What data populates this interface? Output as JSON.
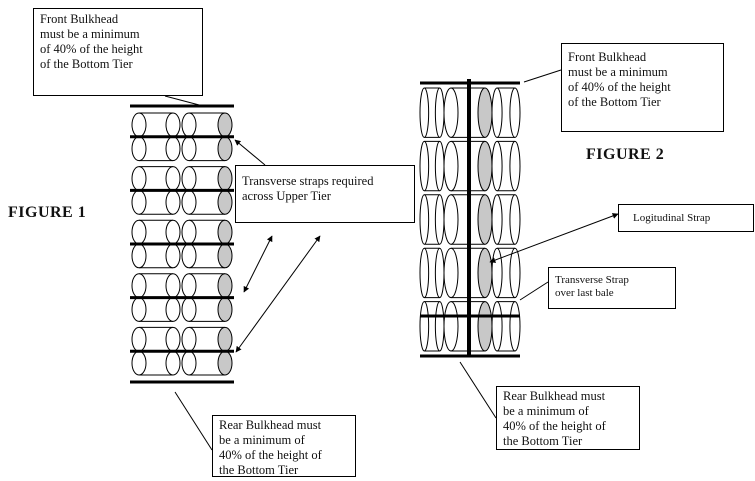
{
  "figure_labels": {
    "figure1": "FIGURE 1",
    "figure2": "FIGURE 2"
  },
  "callouts": {
    "fig1_front_bulkhead": "Front Bulkhead\nmust be a minimum\nof 40% of the height\nof the Bottom Tier",
    "fig1_transverse_straps": "Transverse straps required\nacross Upper Tier",
    "fig1_rear_bulkhead": "Rear Bulkhead must\nbe a minimum of\n40% of the height of\nthe Bottom Tier",
    "fig2_front_bulkhead": "Front Bulkhead\nmust be a minimum\nof 40% of the height\nof the Bottom Tier",
    "fig2_longitudinal_strap": "Logitudinal Strap",
    "fig2_transverse_strap": "Transverse Strap\nover last bale",
    "fig2_rear_bulkhead": "Rear Bulkhead must\nbe a minimum of\n40% of the height of\nthe Bottom Tier"
  },
  "colors": {
    "line": "#000000",
    "bale_end_fill": "#c8c8c8",
    "background": "#ffffff"
  }
}
